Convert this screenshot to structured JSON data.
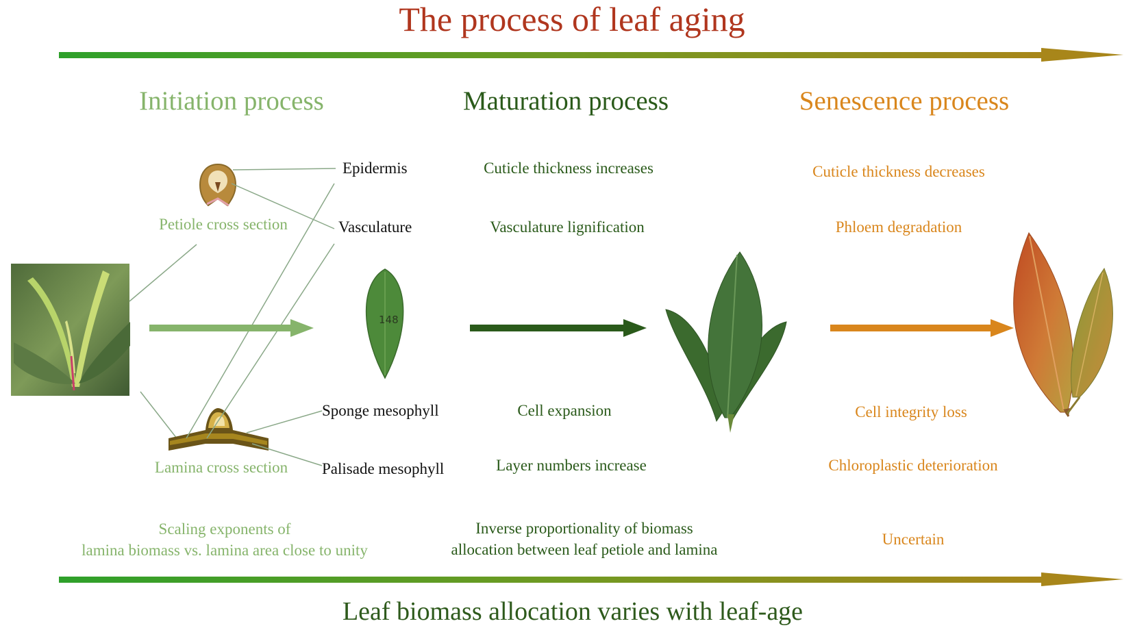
{
  "title": "The process of leaf aging",
  "stages": [
    {
      "label": "Initiation process",
      "color": "#86b46b"
    },
    {
      "label": "Maturation process",
      "color": "#2a5a1a"
    },
    {
      "label": "Senescence process",
      "color": "#d9861c"
    }
  ],
  "anatomy_labels": {
    "petiole_cross_section": "Petiole cross section",
    "lamina_cross_section": "Lamina cross section",
    "epidermis": "Epidermis",
    "vasculature": "Vasculature",
    "sponge_mesophyll": "Sponge mesophyll",
    "palisade_mesophyll": "Palisade mesophyll"
  },
  "leaf_number": "148",
  "maturation_changes": {
    "cuticle": "Cuticle thickness increases",
    "vasculature": "Vasculature lignification",
    "cell": "Cell expansion",
    "layers": "Layer numbers increase"
  },
  "senescence_changes": {
    "cuticle": "Cuticle thickness decreases",
    "phloem": "Phloem degradation",
    "cell": "Cell integrity loss",
    "chloroplast": "Chloroplastic deterioration"
  },
  "biomass_notes": {
    "initiation_line1": "Scaling exponents of",
    "initiation_line2": "lamina biomass vs. lamina area close to unity",
    "maturation_line1": "Inverse proportionality of biomass",
    "maturation_line2": "allocation between leaf petiole and lamina",
    "senescence": "Uncertain"
  },
  "bottom_caption": "Leaf biomass allocation varies with leaf-age",
  "colors": {
    "title": "#b0361e",
    "gradient_start": "#2ea02a",
    "gradient_end": "#a8861a",
    "arrow_initiation": "#86b46b",
    "arrow_maturation": "#2a5a1a",
    "arrow_senescence": "#d9861c",
    "leaf_green": "#3b6a2e",
    "leaf_autumn": "#c8682e"
  }
}
